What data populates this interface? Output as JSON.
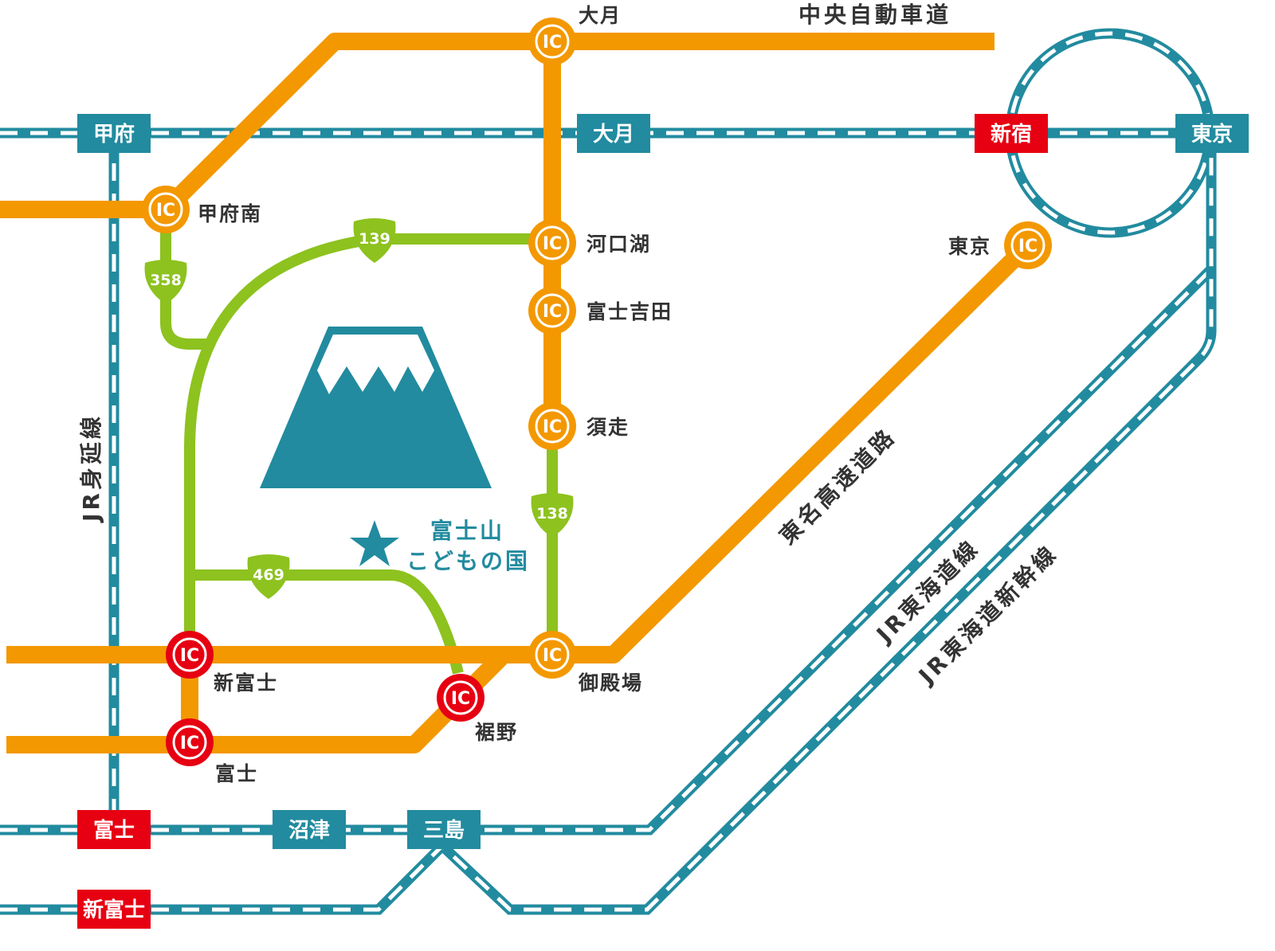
{
  "colors": {
    "expressway": "#f39800",
    "national_route": "#8dc21f",
    "jr_line": "#228b9f",
    "major_station": "#e60012"
  },
  "expressways": {
    "chuo": "中央自動車道",
    "tomei": "東名高速道路"
  },
  "rail_lines": {
    "minobu": "JR身延線",
    "tokaido": "JR東海道線",
    "shinkansen": "JR東海道新幹線"
  },
  "stations": {
    "kofu": "甲府",
    "otsuki": "大月",
    "shinjuku": "新宿",
    "tokyo": "東京",
    "fuji": "富士",
    "numazu": "沼津",
    "mishima": "三島",
    "shin_fuji": "新富士"
  },
  "interchanges": {
    "ic_label": "IC",
    "otsuki": "大月",
    "kofu_minami": "甲府南",
    "kawaguchiko": "河口湖",
    "fujiyoshida": "富士吉田",
    "subashiri": "須走",
    "tokyo": "東京",
    "shin_fuji": "新富士",
    "fuji": "富士",
    "susono": "裾野",
    "gotemba": "御殿場"
  },
  "routes": {
    "r139": "139",
    "r358": "358",
    "r138": "138",
    "r469": "469"
  },
  "destination": {
    "line1": "富士山",
    "line2": "こどもの国"
  }
}
